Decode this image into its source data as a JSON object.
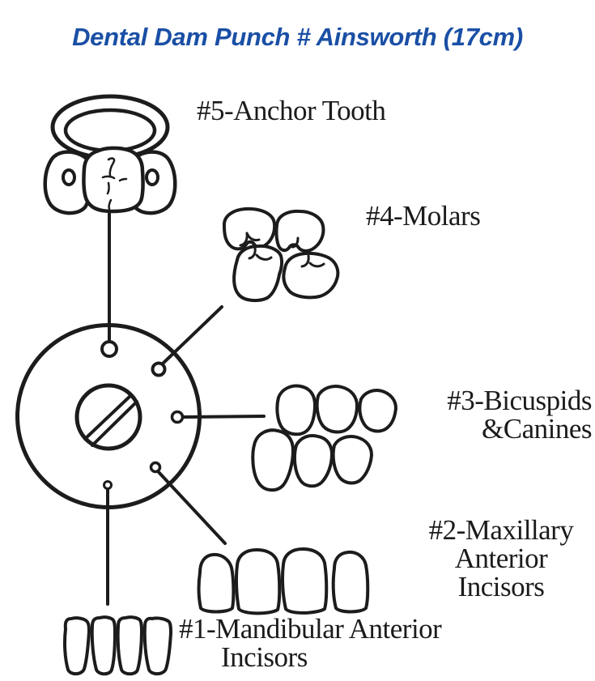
{
  "title": {
    "text": "Dental Dam Punch # Ainsworth (17cm)",
    "color": "#1a4fa5"
  },
  "ink_color": "#1c1c1c",
  "labels": {
    "anchor_tooth": "#5-Anchor Tooth",
    "molars": "#4-Molars",
    "bicuspids_line1": "#3-Bicuspids",
    "bicuspids_line2": "&Canines",
    "maxillary_line1": "#2-Maxillary",
    "maxillary_line2": "Anterior",
    "maxillary_line3": "Incisors",
    "mandibular_line1": "#1-Mandibular Anterior",
    "mandibular_line2": "Incisors"
  },
  "punch_hole_guide": [
    {
      "hole": "#5",
      "use": "Anchor Tooth"
    },
    {
      "hole": "#4",
      "use": "Molars"
    },
    {
      "hole": "#3",
      "use": "Bicuspids & Canines"
    },
    {
      "hole": "#2",
      "use": "Maxillary Anterior Incisors"
    },
    {
      "hole": "#1",
      "use": "Mandibular Anterior Incisors"
    }
  ]
}
